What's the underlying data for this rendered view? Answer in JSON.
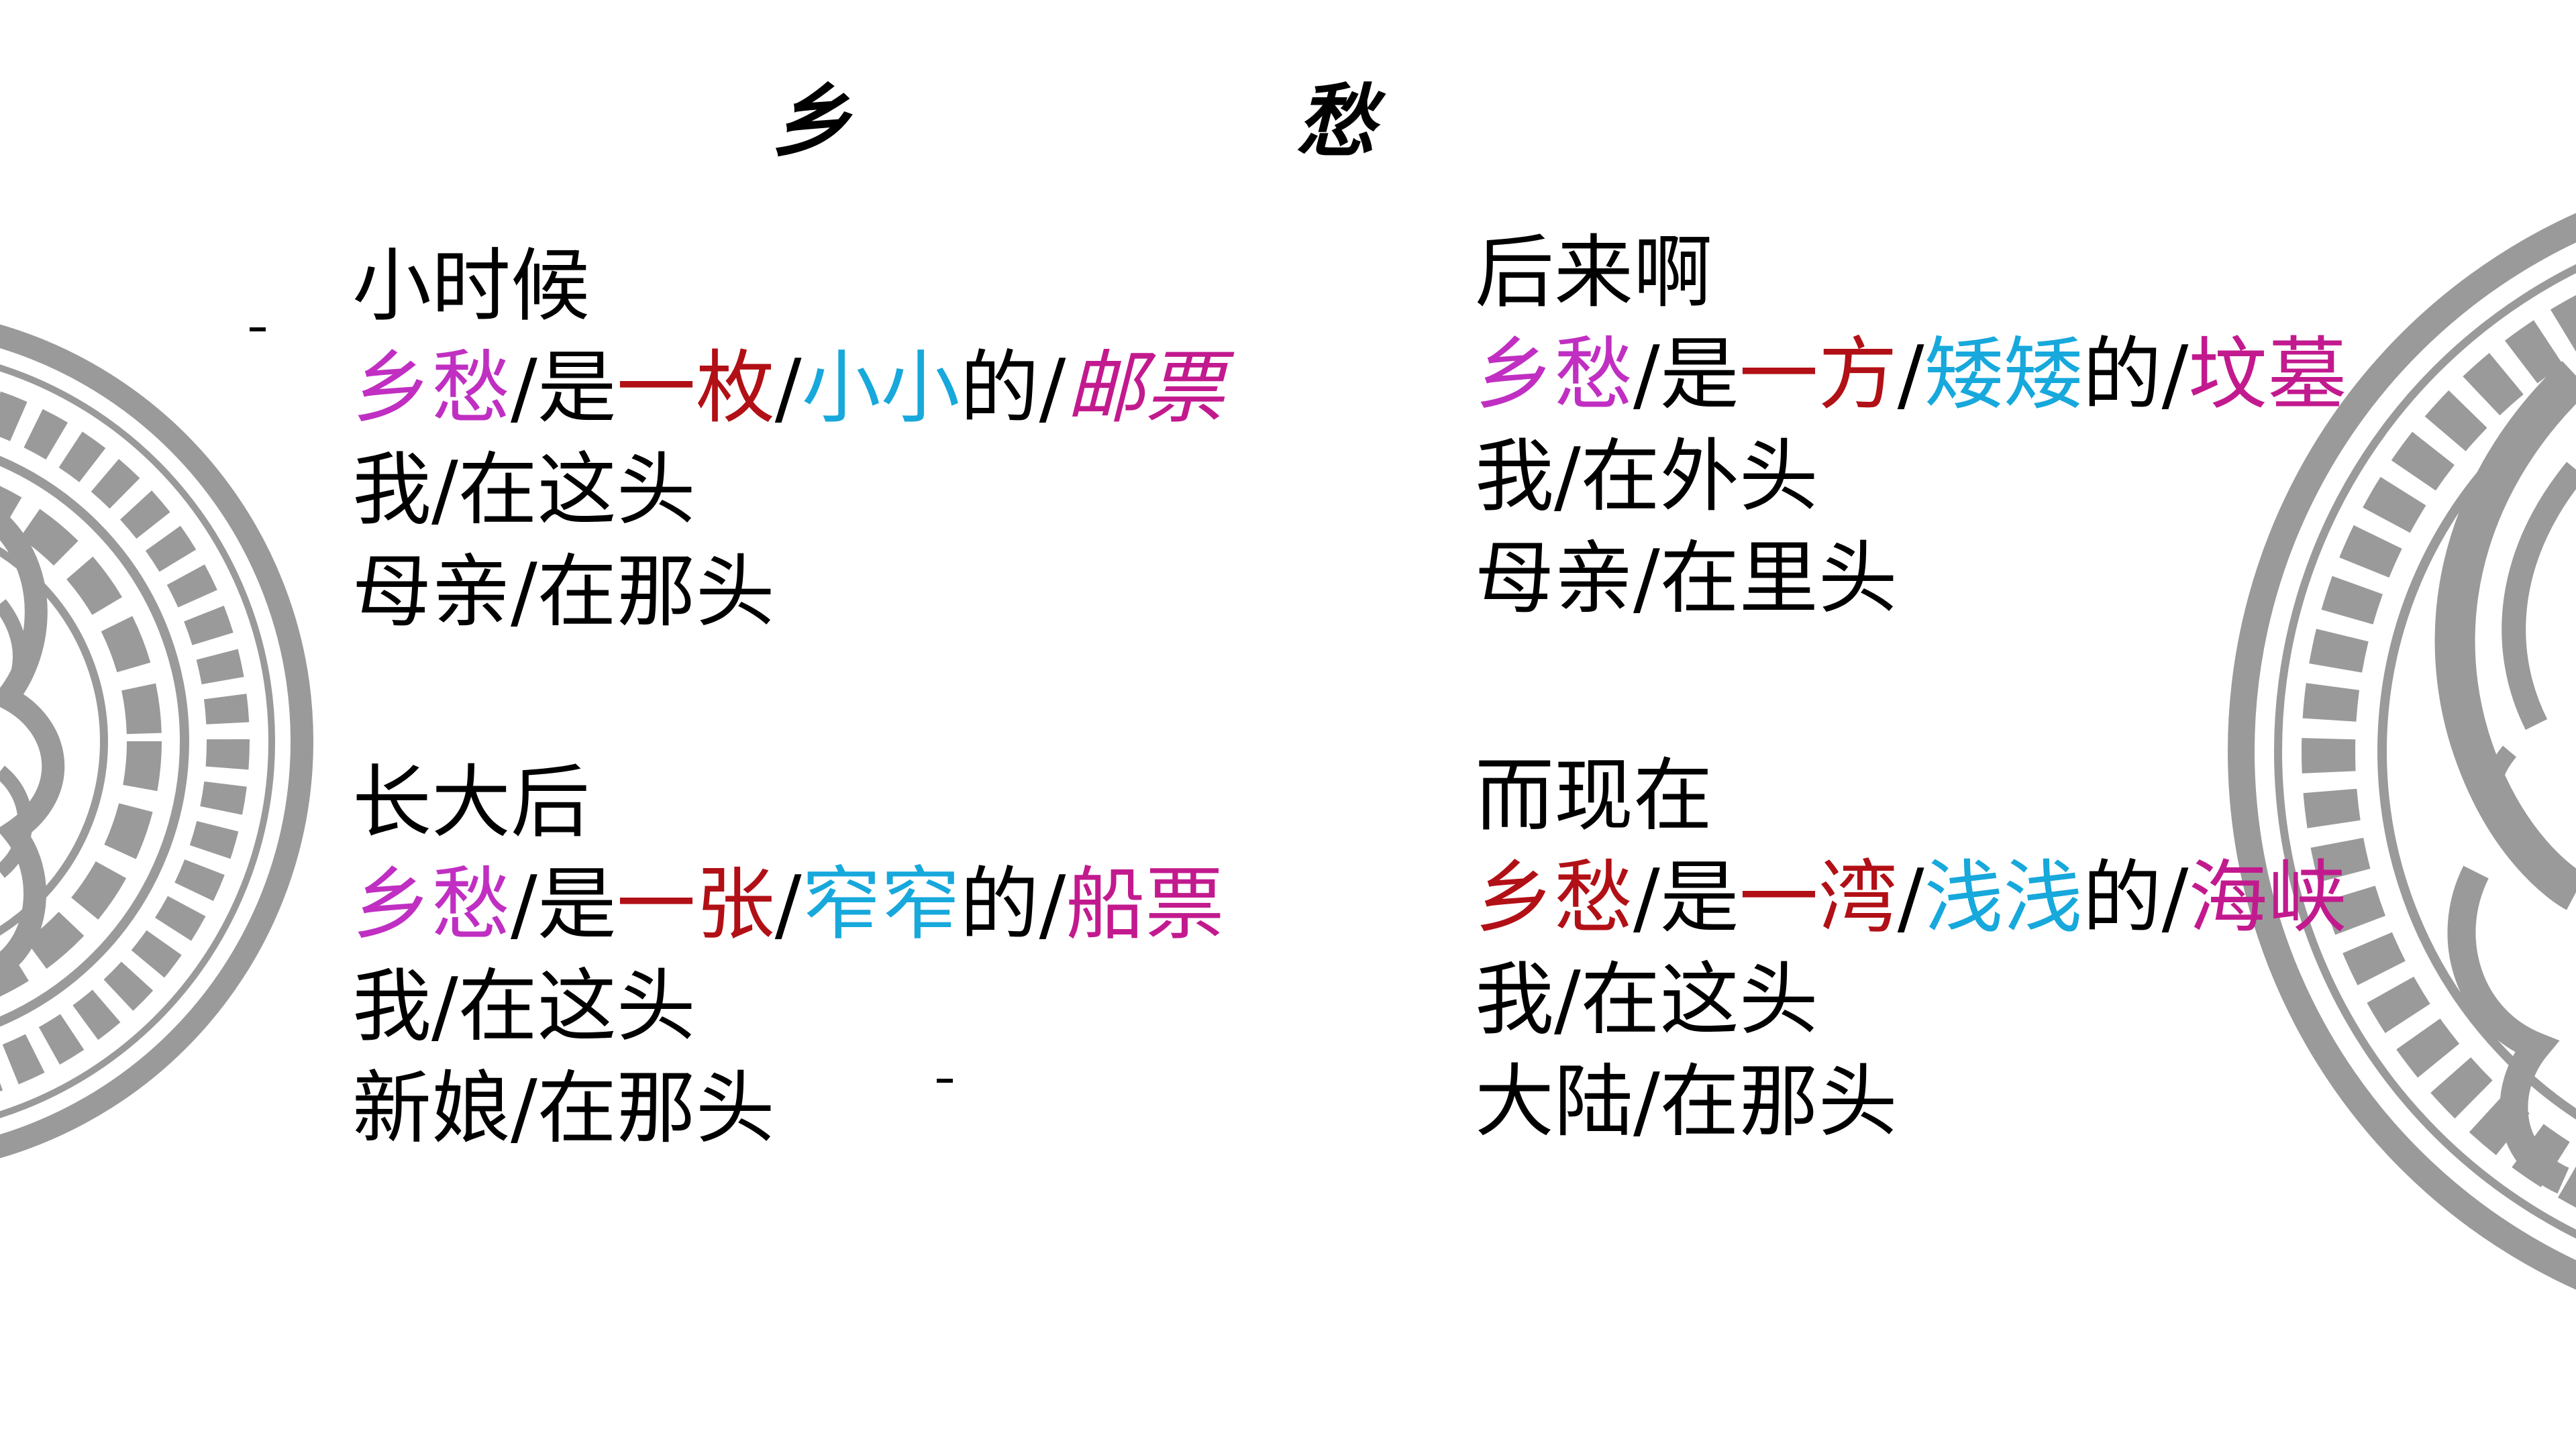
{
  "title": {
    "char1": "乡",
    "char2": "愁"
  },
  "colors": {
    "black": "#000000",
    "purple": "#c02fc2",
    "red": "#b11016",
    "cyan": "#17a8dc",
    "magenta": "#c21a8e",
    "ornament": "#9a9a9a"
  },
  "stanzas": [
    {
      "lines": [
        [
          {
            "text": "小时候",
            "color": "black"
          }
        ],
        [
          {
            "text": "乡愁",
            "color": "purple"
          },
          {
            "text": "/是",
            "color": "black"
          },
          {
            "text": "一枚",
            "color": "red"
          },
          {
            "text": "/",
            "color": "black"
          },
          {
            "text": "小小",
            "color": "cyan"
          },
          {
            "text": "的/",
            "color": "black"
          },
          {
            "text": "邮票",
            "color": "magenta",
            "italic": true
          }
        ],
        [
          {
            "text": "我/在这头",
            "color": "black"
          }
        ],
        [
          {
            "text": "母亲/在那头",
            "color": "black"
          }
        ]
      ]
    },
    {
      "lines": [
        [
          {
            "text": "长大后",
            "color": "black"
          }
        ],
        [
          {
            "text": "乡愁",
            "color": "purple"
          },
          {
            "text": "/是",
            "color": "black"
          },
          {
            "text": "一张",
            "color": "red"
          },
          {
            "text": "/",
            "color": "black"
          },
          {
            "text": "窄窄",
            "color": "cyan"
          },
          {
            "text": "的/",
            "color": "black"
          },
          {
            "text": "船票",
            "color": "magenta"
          }
        ],
        [
          {
            "text": "我/在这头",
            "color": "black"
          }
        ],
        [
          {
            "text": "新娘/在那头",
            "color": "black"
          }
        ]
      ]
    },
    {
      "lines": [
        [
          {
            "text": "后来啊",
            "color": "black"
          }
        ],
        [
          {
            "text": "乡愁",
            "color": "purple"
          },
          {
            "text": "/是",
            "color": "black"
          },
          {
            "text": "一方",
            "color": "red"
          },
          {
            "text": "/",
            "color": "black"
          },
          {
            "text": "矮矮",
            "color": "cyan"
          },
          {
            "text": "的/",
            "color": "black"
          },
          {
            "text": "坟墓",
            "color": "magenta"
          }
        ],
        [
          {
            "text": "我/在外头",
            "color": "black"
          }
        ],
        [
          {
            "text": "母亲/在里头",
            "color": "black"
          }
        ]
      ]
    },
    {
      "lines": [
        [
          {
            "text": "而现在",
            "color": "black"
          }
        ],
        [
          {
            "text": "乡愁",
            "color": "red"
          },
          {
            "text": "/是",
            "color": "black"
          },
          {
            "text": "一湾",
            "color": "red"
          },
          {
            "text": "/",
            "color": "black"
          },
          {
            "text": "浅浅",
            "color": "cyan"
          },
          {
            "text": "的/",
            "color": "black"
          },
          {
            "text": "海峡",
            "color": "magenta"
          }
        ],
        [
          {
            "text": "我/在这头",
            "color": "black"
          }
        ],
        [
          {
            "text": "大陆/在那头",
            "color": "black"
          }
        ]
      ]
    }
  ]
}
